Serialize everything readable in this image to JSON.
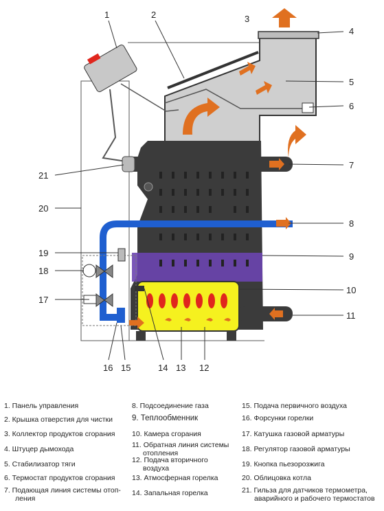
{
  "diagram": {
    "callouts": [
      "1",
      "2",
      "3",
      "4",
      "5",
      "6",
      "7",
      "8",
      "9",
      "10",
      "11",
      "12",
      "13",
      "14",
      "15",
      "16",
      "17",
      "18",
      "19",
      "20",
      "21"
    ]
  },
  "legend": {
    "col1": [
      "1. Панель управления",
      "2. Крышка отверстия для чистки",
      "3. Коллектор продуктов сгорания",
      "4. Штуцер дымохода",
      "5. Стабилизатор тяги",
      "6. Термостат продуктов сгорания",
      "7. Подающая линия системы отоп-",
      "ления"
    ],
    "col2": [
      "8. Подсоединение газа",
      "9. Теплообменник",
      "10. Камера сгорания",
      "11. Обратная линия системы",
      "отопления",
      "12. Подача вторичного",
      "воздуха",
      "13. Атмосферная горелка",
      "14. Запальная горелка"
    ],
    "col3": [
      "15. Подача первичного воздуха",
      "16. Форсунки горелки",
      "17. Катушка газовой арматуры",
      "18. Регулятор газовой арматуры",
      "19. Кнопка пьезорозжига",
      "20. Облицовка котла",
      "21. Гильза для датчиков термометра,",
      "аварийного и рабочего термостатов"
    ]
  },
  "colors": {
    "pipe_blue": "#1f5fd0",
    "body_dark": "#3b3b3b",
    "flue_gray": "#c9c9c9",
    "chamber_yellow": "#f5f11f",
    "flame_red": "#e0261d",
    "arrow_orange": "#e07020",
    "purple_band": "#6b45b0"
  }
}
